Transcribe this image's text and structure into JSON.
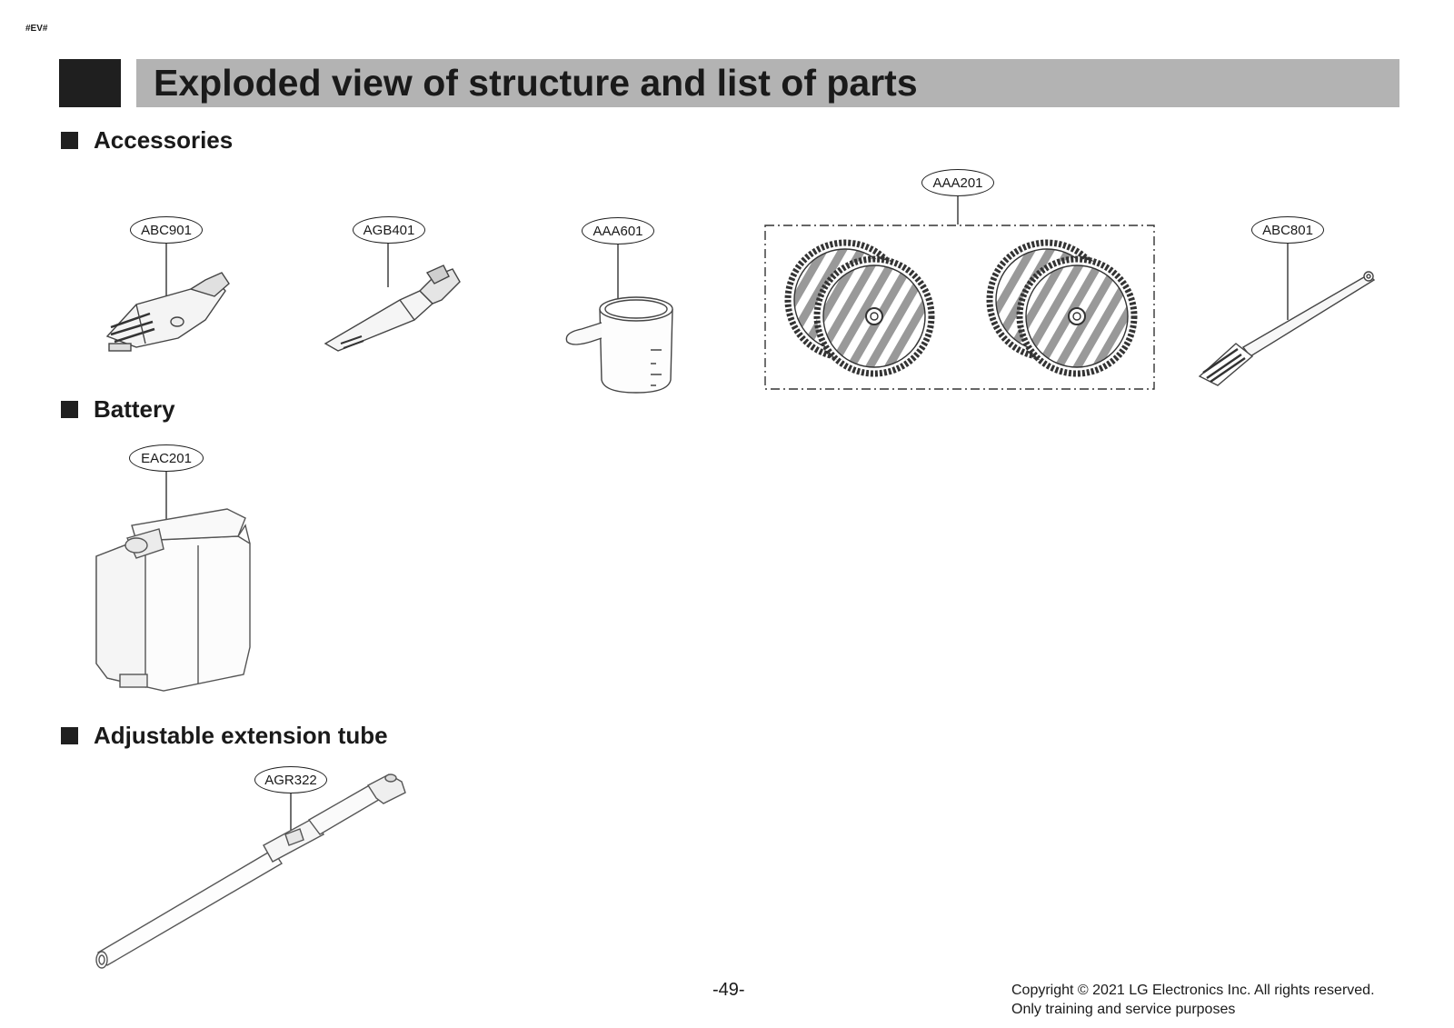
{
  "doc_tag": "#EV#",
  "title": "Exploded view of structure and list of parts",
  "sections": {
    "accessories": "Accessories",
    "battery": "Battery",
    "tube": "Adjustable extension tube"
  },
  "parts": {
    "abc901": "ABC901",
    "agb401": "AGB401",
    "aaa601": "AAA601",
    "aaa201": "AAA201",
    "abc801": "ABC801",
    "eac201": "EAC201",
    "agr322": "AGR322"
  },
  "footer": {
    "page_number": "-49-",
    "copyright_line1": "Copyright © 2021 LG Electronics Inc. All rights reserved.",
    "copyright_line2": "Only training and service purposes"
  }
}
